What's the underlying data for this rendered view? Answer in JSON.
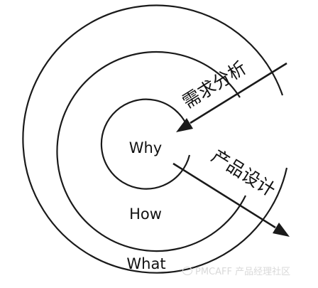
{
  "rings": [
    {
      "label": "Why"
    },
    {
      "label": "How"
    },
    {
      "label": "What"
    }
  ],
  "arrows": {
    "inbound": {
      "label": "需求分析"
    },
    "outbound": {
      "label": "产品设计"
    }
  },
  "watermark": "PMCAFF 产品经理社区"
}
